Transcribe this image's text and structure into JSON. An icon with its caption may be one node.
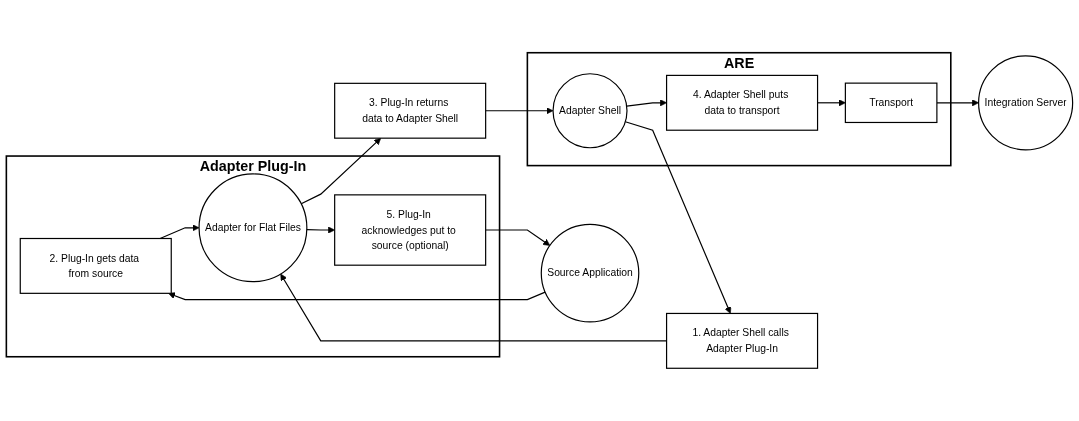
{
  "diagram": {
    "nodes": [
      {
        "text": [
          "Adapter Plug-In"
        ]
      },
      {
        "text": [
          "2. Plug-In gets data from source"
        ],
        "in": 0
      },
      {
        "text": [
          "Adapter for Flat Files"
        ],
        "in": 0
      },
      {
        "text": [
          "5. Plug-In acknowledges put to source (optional)"
        ],
        "in": 0
      },
      {
        "text": [
          "ARE"
        ]
      },
      {
        "text": [
          "4. Adapter Shell puts data to transport"
        ],
        "in": 4
      },
      {
        "text": [
          "Adapter Shell"
        ],
        "in": 4
      },
      {
        "text": [
          "Transport"
        ],
        "in": 4
      },
      {
        "text": [
          "Source Application"
        ]
      },
      {
        "text": [
          "1. Adapter Shell calls Adapter Plug-In"
        ]
      },
      {
        "text": [
          "3. Plug-In returns data to Adapter Shell"
        ]
      },
      {
        "text": [
          "Integration Server"
        ]
      }
    ],
    "edges": [
      {
        "from": 8,
        "to": 1,
        "arrow": "to"
      },
      {
        "from": 1,
        "to": 2,
        "arrow": "to"
      },
      {
        "from": 6,
        "to": 9,
        "arrow": "to"
      },
      {
        "from": 9,
        "to": 2,
        "arrow": "to"
      },
      {
        "from": 2,
        "to": 10,
        "arrow": "to"
      },
      {
        "from": 10,
        "to": 6,
        "arrow": "to"
      },
      {
        "from": 6,
        "to": 5,
        "arrow": "to"
      },
      {
        "from": 5,
        "to": 7,
        "arrow": "to"
      },
      {
        "from": 7,
        "to": 11,
        "arrow": "to"
      },
      {
        "from": 2,
        "to": 3,
        "arrow": "to"
      },
      {
        "from": 3,
        "to": 8,
        "arrow": "to"
      }
    ]
  }
}
